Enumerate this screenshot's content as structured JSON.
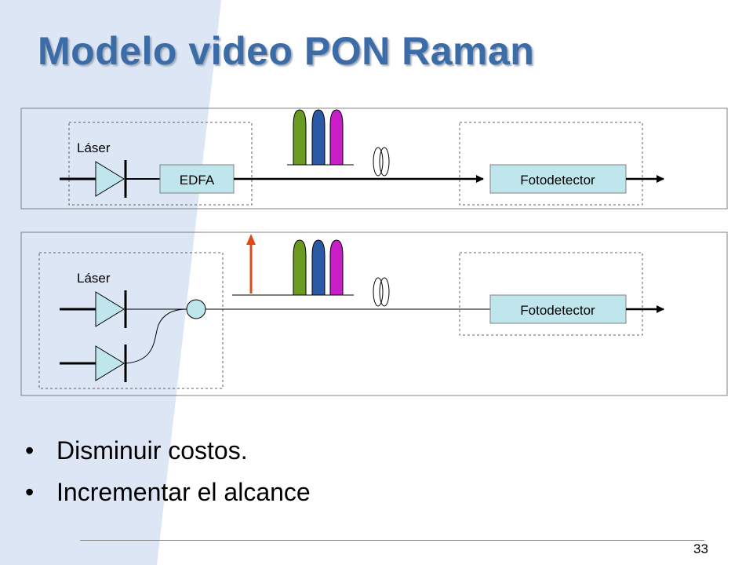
{
  "slide": {
    "title": "Modelo video PON Raman",
    "page_number": "33"
  },
  "diagram_top": {
    "laser_label": "Láser",
    "edfa_label": "EDFA",
    "detector_label": "Fotodetector"
  },
  "diagram_bottom": {
    "laser_label": "Láser",
    "detector_label": "Fotodetector"
  },
  "bullets": [
    "Disminuir costos.",
    "Incrementar el alcance"
  ],
  "colors": {
    "title": "#3b6ca8",
    "background_band": "#dce6f5",
    "pulse_green": "#6b9a20",
    "pulse_blue": "#2a5aa6",
    "pulse_magenta": "#c81ec8",
    "pump_arrow": "#e04818",
    "component_fill": "#bfe6ec"
  }
}
